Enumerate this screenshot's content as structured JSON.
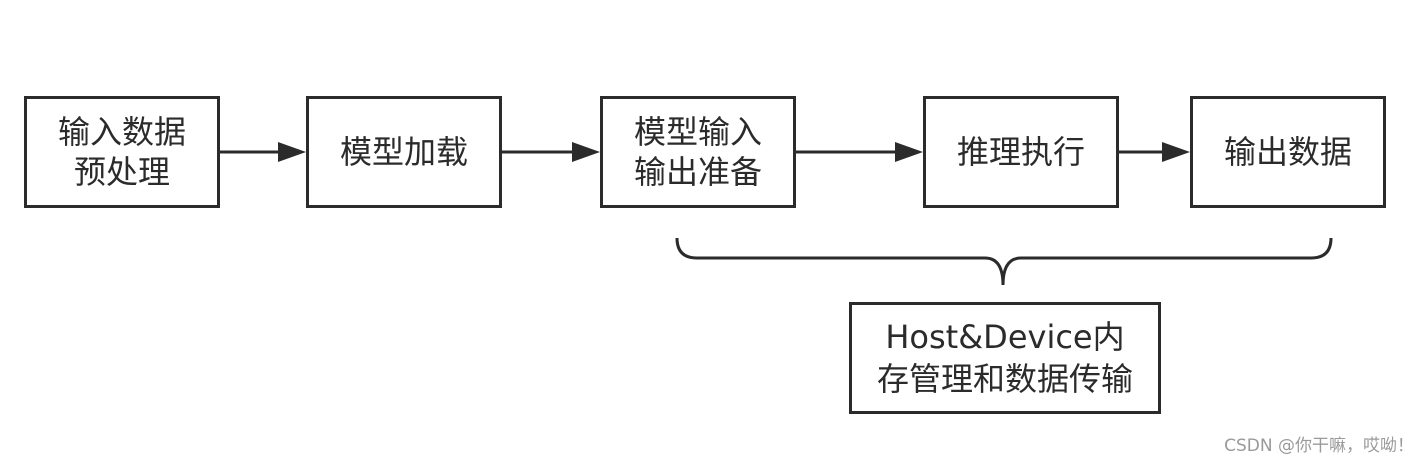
{
  "diagram": {
    "steps": [
      {
        "label": "输入数据预处理"
      },
      {
        "label": "模型加载"
      },
      {
        "label": "模型输入输出准备"
      },
      {
        "label": "推理执行"
      },
      {
        "label": "输出数据"
      }
    ],
    "memory_box": {
      "label": "Host&Device内存管理和数据传输"
    },
    "colors": {
      "stroke": "#2b2b2b",
      "background": "#ffffff"
    }
  },
  "watermark": "CSDN @你干嘛，哎呦！"
}
